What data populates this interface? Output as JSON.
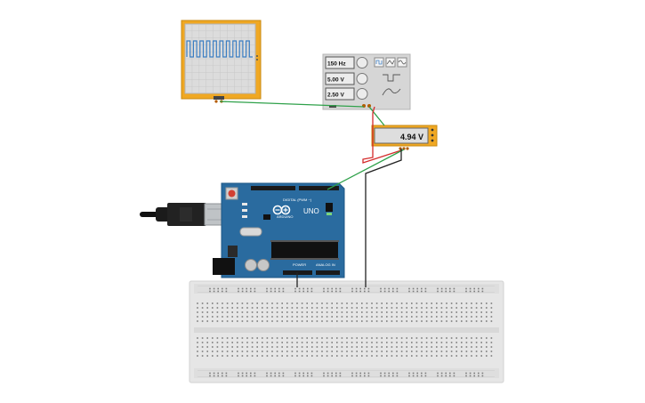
{
  "function_generator": {
    "frequency": "150 Hz",
    "amplitude": "5.00 V",
    "offset": "2.50 V"
  },
  "multimeter": {
    "reading": "4.94 V"
  },
  "arduino": {
    "brand_text": "ARDUINO",
    "model": "UNO",
    "digital_header": "DIGITAL (PWM ~)",
    "power_header": "POWER",
    "analog_header": "ANALOG IN"
  },
  "colors": {
    "board_blue": "#2a6b9f",
    "instrument_orange": "#f0a823",
    "wire_green": "#2fa14a",
    "wire_red": "#d42a2a",
    "wire_black": "#222222",
    "breadboard": "#e6e6e6"
  }
}
